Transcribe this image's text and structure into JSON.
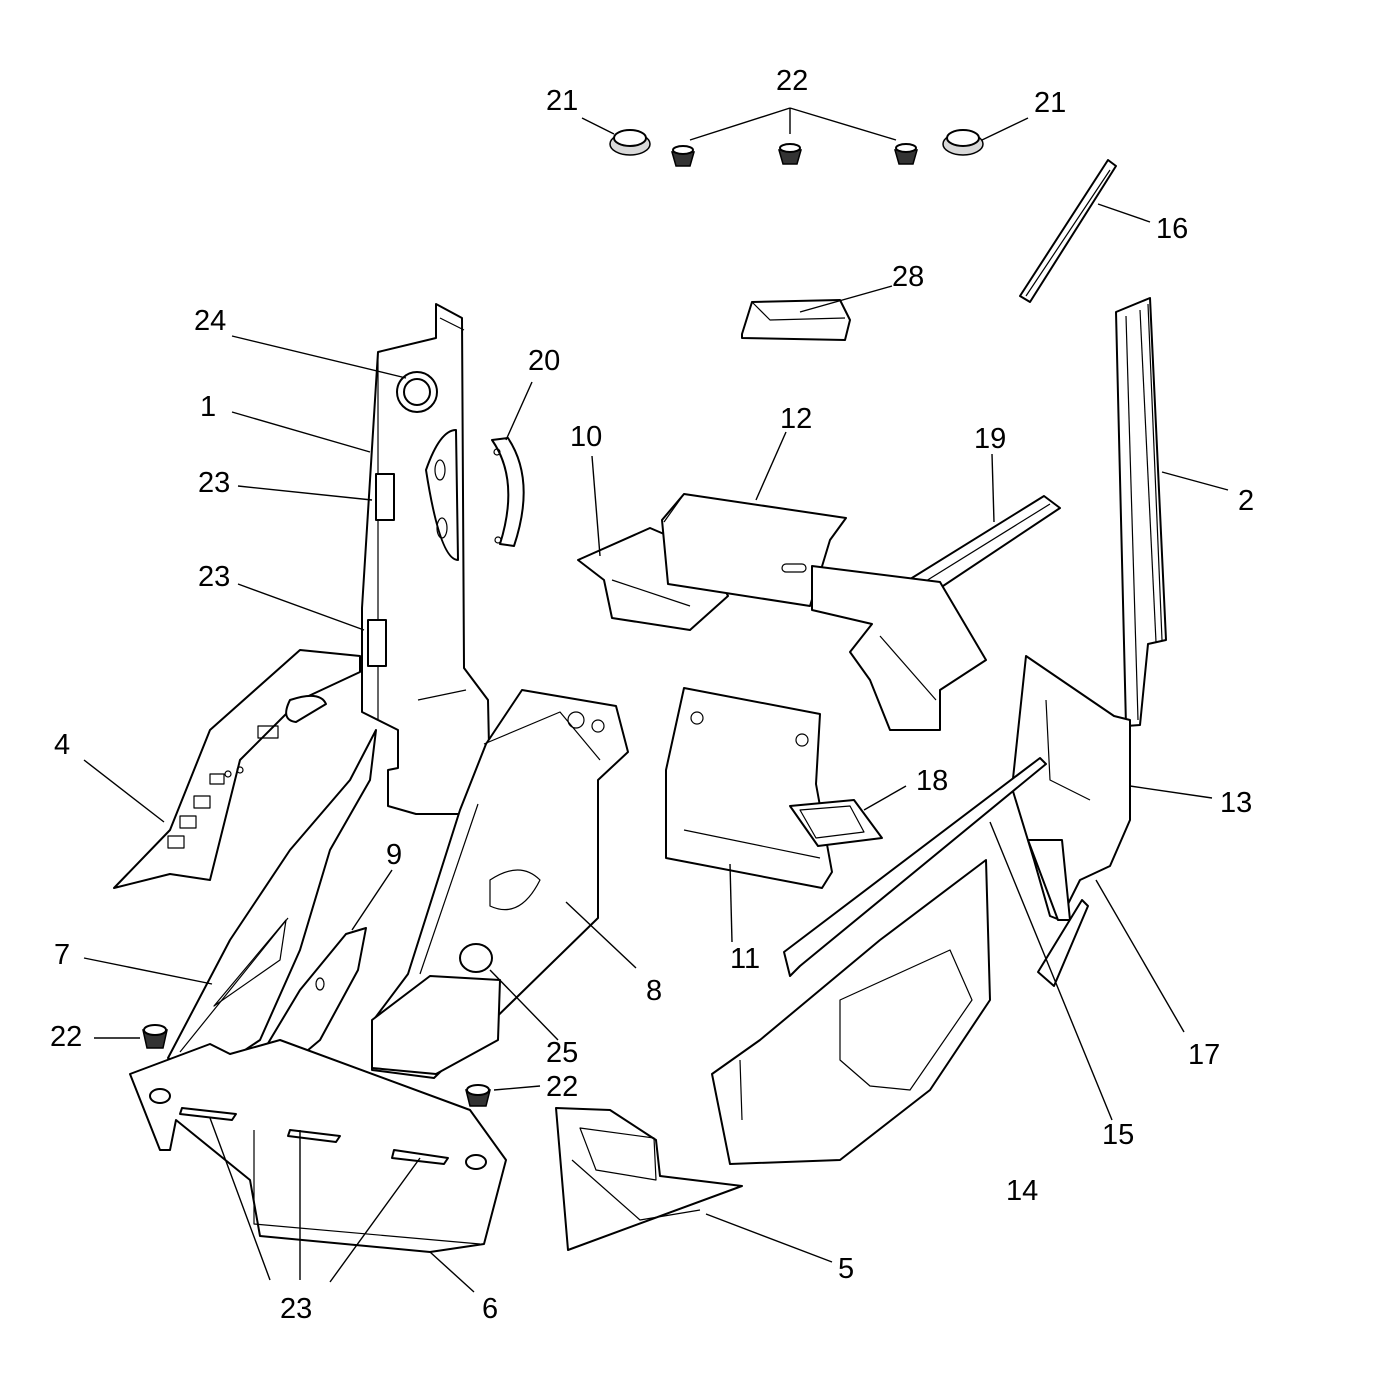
{
  "labels": {
    "l1": "1",
    "l2": "2",
    "l4": "4",
    "l5": "5",
    "l6": "6",
    "l7": "7",
    "l8": "8",
    "l9": "9",
    "l10": "10",
    "l11": "11",
    "l12": "12",
    "l13": "13",
    "l14": "14",
    "l15": "15",
    "l16": "16",
    "l17": "17",
    "l18": "18",
    "l19": "19",
    "l20": "20",
    "l21a": "21",
    "l21b": "21",
    "l22top": "22",
    "l22left": "22",
    "l22mid": "22",
    "l23a": "23",
    "l23b": "23",
    "l23c": "23",
    "l24": "24",
    "l25": "25",
    "l28": "28"
  }
}
